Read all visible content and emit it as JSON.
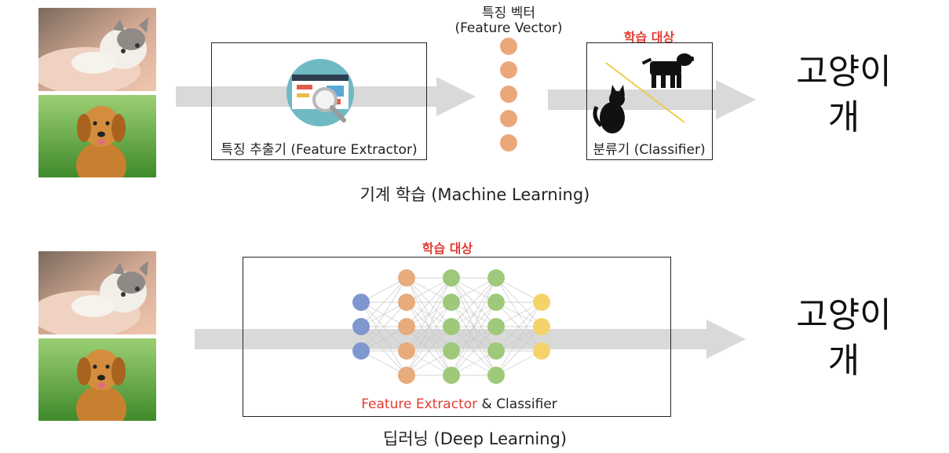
{
  "ml": {
    "extractor_label": "특징 추출기 (Feature Extractor)",
    "feature_vector_label_ko": "특징 벡터",
    "feature_vector_label_en": "(Feature Vector)",
    "learning_target": "학습 대상",
    "classifier_label": "분류기 (Classifier)",
    "caption": "기계 학습 (Machine Learning)",
    "outputs": [
      "고양이",
      "개"
    ]
  },
  "dl": {
    "learning_target": "학습 대상",
    "box_label_red": "Feature Extractor",
    "box_label_rest": " & Classifier",
    "caption": "딥러닝 (Deep Learning)",
    "outputs": [
      "고양이",
      "개"
    ],
    "layers": [
      {
        "nodes": 3,
        "color": "#7f97cf"
      },
      {
        "nodes": 5,
        "color": "#e8ab7c"
      },
      {
        "nodes": 5,
        "color": "#9fc97a"
      },
      {
        "nodes": 5,
        "color": "#9fc97a"
      },
      {
        "nodes": 3,
        "color": "#f5d36a"
      }
    ]
  },
  "colors": {
    "arrow": "#d9d9d9",
    "feature_node": "#eba77a",
    "accent_red": "#e03c31",
    "divider_line": "#f2c94c"
  },
  "inputs": [
    "cat-photo",
    "dog-photo"
  ]
}
